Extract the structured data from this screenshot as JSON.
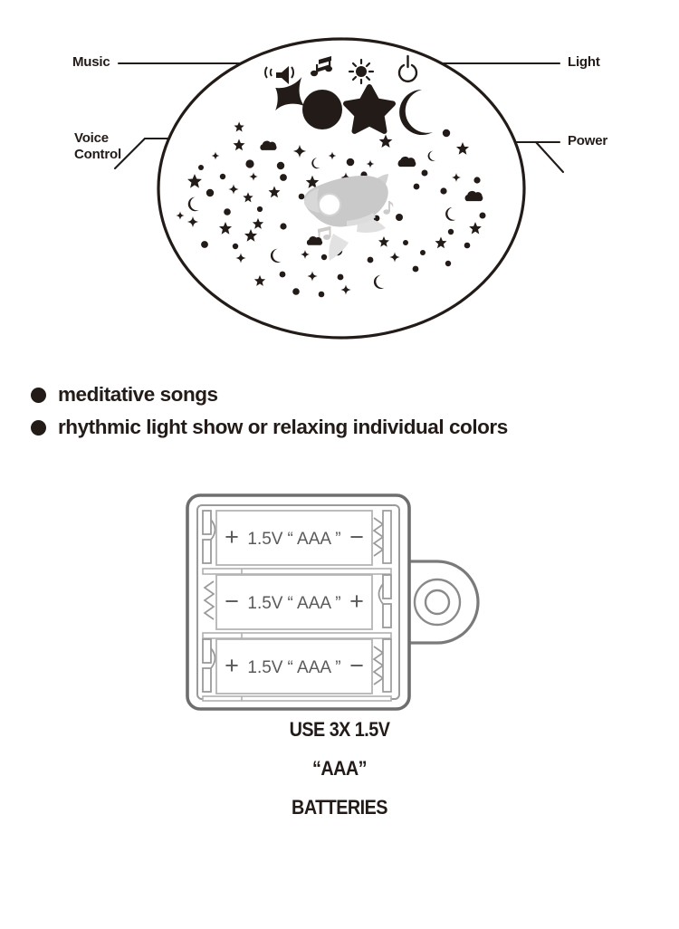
{
  "page": {
    "background_color": "#ffffff",
    "ink_color": "#231b18",
    "gray_outline_color": "#6e6e6e",
    "rocket_color": "#c9c9c9"
  },
  "device": {
    "name": "star-projector-top-view",
    "shape": "oval",
    "callouts": [
      {
        "id": "music",
        "label": "Music",
        "target": "music-button",
        "side": "left"
      },
      {
        "id": "voice",
        "label": "Voice\nControl",
        "target": "voice-control-button",
        "side": "left"
      },
      {
        "id": "light",
        "label": "Light",
        "target": "light-button",
        "side": "right"
      },
      {
        "id": "power",
        "label": "Power",
        "target": "power-button",
        "side": "right"
      }
    ],
    "buttons": [
      {
        "id": "voice-control-button",
        "shape": "four-point-star",
        "icon": "speaker-sound-icon",
        "icon_name": "speaker-icon"
      },
      {
        "id": "music-button",
        "shape": "circle",
        "icon": "music-note-icon",
        "icon_name": "music-note-icon"
      },
      {
        "id": "light-button",
        "shape": "five-point-star",
        "icon": "sun-brightness-icon",
        "icon_name": "sun-icon"
      },
      {
        "id": "power-button",
        "shape": "crescent-moon",
        "icon": "power-symbol-icon",
        "icon_name": "power-icon"
      }
    ],
    "projection": {
      "center_graphic": "rocket-ship",
      "star_field_elements": [
        "star",
        "sparkle",
        "crescent-moon",
        "cloud",
        "dot",
        "music-note"
      ]
    }
  },
  "features": [
    {
      "text": "meditative songs"
    },
    {
      "text": "rhythmic light show or relaxing individual colors"
    }
  ],
  "battery": {
    "compartment_name": "battery-compartment",
    "slot_count": 3,
    "screw_hole": true,
    "slots": [
      {
        "left_terminal": "+",
        "voltage": "1.5V",
        "size": "“ AAA ”",
        "right_terminal": "−"
      },
      {
        "left_terminal": "−",
        "voltage": "1.5V",
        "size": "“ AAA ”",
        "right_terminal": "+"
      },
      {
        "left_terminal": "+",
        "voltage": "1.5V",
        "size": "“ AAA ”",
        "right_terminal": "−"
      }
    ],
    "note_lines": [
      "USE 3X 1.5V",
      "“AAA”",
      "BATTERIES"
    ]
  }
}
